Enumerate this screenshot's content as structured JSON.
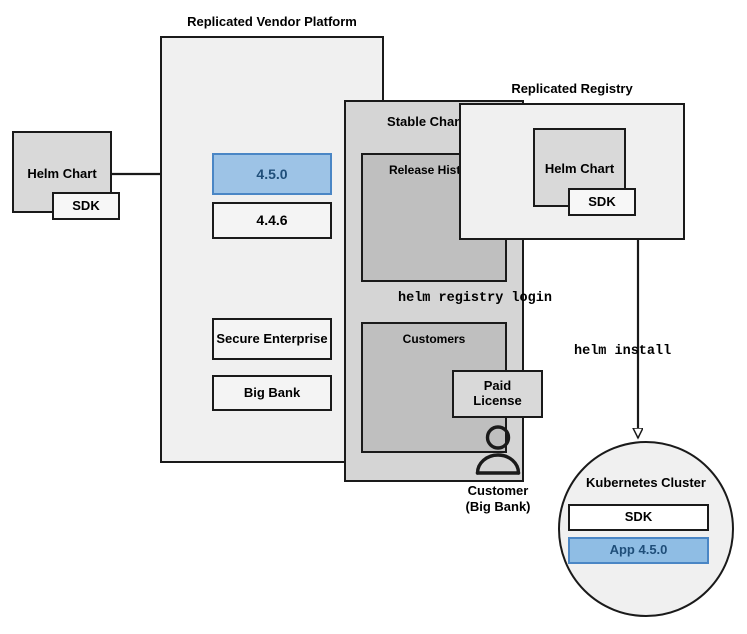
{
  "diagram": {
    "title_vendor_platform": "Replicated Vendor Platform",
    "title_registry": "Replicated Registry",
    "colors": {
      "highlight_fill": "#9dc3e6",
      "highlight_border": "#4a86c5",
      "highlight_text": "#1f4e79",
      "platform_fill": "#f0f0f0",
      "channel_fill": "#d5d5d5",
      "group_fill": "#bfbfbf",
      "node_fill": "#d9d9d9",
      "stroke": "#1a1a1a"
    }
  },
  "source_chart": {
    "label": "Helm Chart",
    "sdk_label": "SDK"
  },
  "vendor_platform": {
    "label": "Replicated Vendor Platform",
    "channel": {
      "label": "Stable Channel",
      "release_history": {
        "label": "Release History",
        "releases": [
          {
            "version": "4.5.0",
            "highlighted": true
          },
          {
            "version": "4.4.6",
            "highlighted": false
          }
        ]
      },
      "customers": {
        "label": "Customers",
        "items": [
          {
            "name": "Secure Enterprise"
          },
          {
            "name": "Big Bank"
          }
        ]
      }
    }
  },
  "registry": {
    "label": "Replicated Registry",
    "chart": {
      "label": "Helm Chart",
      "sdk_label": "SDK"
    }
  },
  "license": {
    "label_line1": "Paid",
    "label_line2": "License"
  },
  "customer_actor": {
    "label_line1": "Customer",
    "label_line2": "(Big Bank)",
    "icon": "person-icon"
  },
  "commands": {
    "registry_login": "helm registry login",
    "helm_install": "helm install"
  },
  "cluster": {
    "label": "Kubernetes Cluster",
    "components": [
      {
        "name": "SDK",
        "highlighted": false
      },
      {
        "name": "App 4.5.0",
        "highlighted": true
      }
    ]
  }
}
